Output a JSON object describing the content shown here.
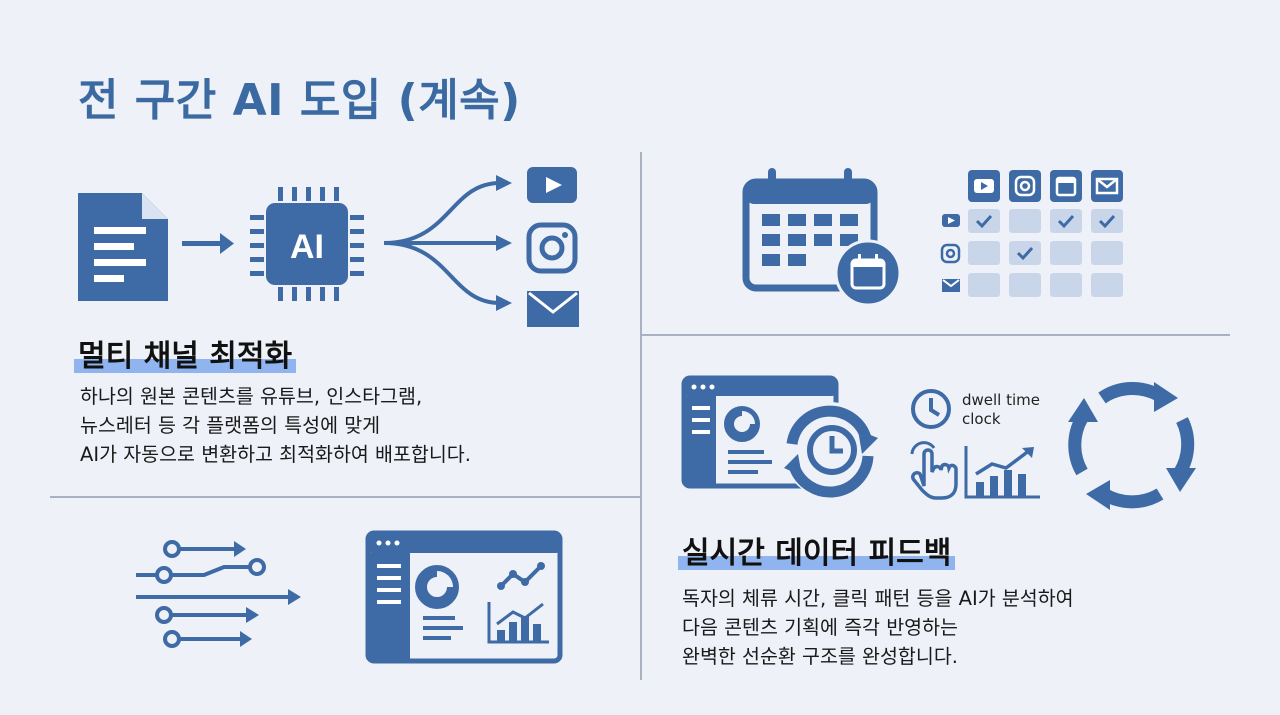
{
  "page": {
    "title": "전 구간 AI 도입 (계속)"
  },
  "multichannel": {
    "heading": "멀티 채널 최적화",
    "chip_label": "AI",
    "description": [
      "하나의 원본 콘텐츠를 유튜브, 인스타그램,",
      "뉴스레터 등 각 플랫폼의 특성에 맞게",
      "AI가 자동으로 변환하고 최적화하여 배포합니다."
    ]
  },
  "schedule": {
    "grid": [
      [
        true,
        false,
        true,
        true
      ],
      [
        false,
        true,
        false,
        false
      ],
      [
        false,
        false,
        false,
        false
      ]
    ]
  },
  "feedback": {
    "heading": "실시간 데이터 피드백",
    "dwell_label": [
      "dwell time",
      "clock"
    ],
    "description": [
      "독자의 체류 시간, 클릭 패턴 등을 AI가 분석하여",
      "다음 콘텐츠 기획에 즉각 반영하는",
      "완벽한 선순환 구조를 완성합니다."
    ]
  },
  "icons": {
    "document": "document-icon",
    "arrow": "arrow-right-icon",
    "chip": "ai-chip-icon",
    "branches": "branching-arrows-icon",
    "youtube": "youtube-icon",
    "instagram": "instagram-icon",
    "mail": "mail-icon",
    "calendar": "calendar-icon",
    "stream": "data-stream-icon",
    "dashboard": "dashboard-icon",
    "cycle": "cycle-arrows-icon",
    "touch": "touch-hand-icon",
    "bar-chart": "bar-chart-icon"
  },
  "colors": {
    "accent": "#3e6ba5",
    "highlight": "#8fb4ef",
    "title": "#3b6aa3"
  }
}
